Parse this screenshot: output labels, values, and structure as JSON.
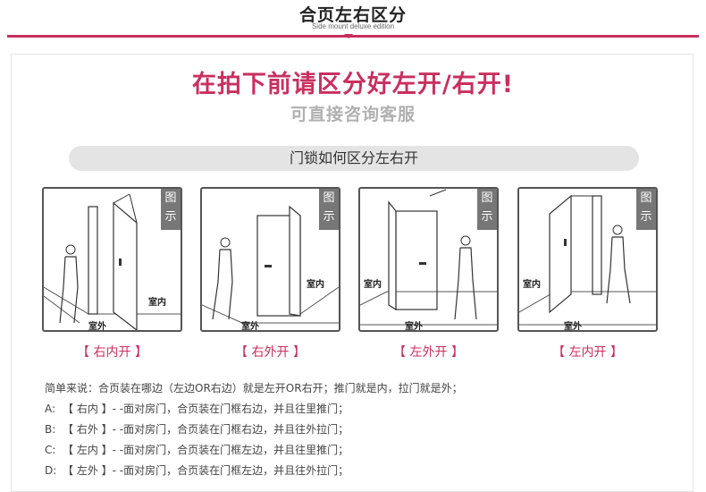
{
  "header": {
    "title": "合页左右区分",
    "subtitle": "Side mount deluxe edition"
  },
  "main": {
    "title": "在拍下前请区分好左开/右开!",
    "subtitle": "可直接咨询客服"
  },
  "pill": "门锁如何区分左右开",
  "diagrams": [
    {
      "badge_top": "图",
      "badge_bottom": "示",
      "inside": "室内",
      "outside": "室外",
      "caption": "【 右内开 】"
    },
    {
      "badge_top": "图",
      "badge_bottom": "示",
      "inside": "室内",
      "outside": "室外",
      "caption": "【 右外开 】"
    },
    {
      "badge_top": "图",
      "badge_bottom": "示",
      "inside": "室内",
      "outside": "室外",
      "caption": "【 左外开 】"
    },
    {
      "badge_top": "图",
      "badge_bottom": "示",
      "inside": "室内",
      "outside": "室外",
      "caption": "【 左内开 】"
    }
  ],
  "notes": {
    "intro": "简单来说：合页装在哪边（左边OR右边）就是左开OR右开；推门就是内，拉门就是外；",
    "lines": [
      {
        "label": "A:",
        "text": "【 右内 】- -面对房门，合页装在门框右边，并且往里推门；"
      },
      {
        "label": "B:",
        "text": "【 右外 】- -面对房门，合页装在门框右边，并且往外拉门；"
      },
      {
        "label": "C:",
        "text": "【 左内 】- -面对房门，合页装在门框左边，并且往里推门；"
      },
      {
        "label": "D:",
        "text": "【 左外 】- -面对房门，合页装在门框左边，并且往外拉门；"
      }
    ]
  },
  "colors": {
    "accent": "#c8305f",
    "badge": "#777777",
    "pill": "#e4e4e4"
  }
}
